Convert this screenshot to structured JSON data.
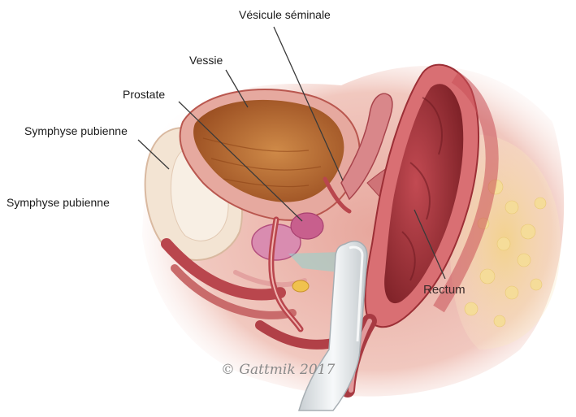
{
  "labels": {
    "vesicule_seminale": "Vésicule séminale",
    "vessie": "Vessie",
    "prostate": "Prostate",
    "symphyse_pubienne_1": "Symphyse pubienne",
    "symphyse_pubienne_2": "Symphyse pubienne",
    "rectum": "Rectum"
  },
  "signature": "© Gattmik 2017",
  "colors": {
    "tissue": "#c46a64",
    "deep_red": "#8e2b2f",
    "bladder": "#b9692c",
    "bone": "#f1e1cf",
    "fat": "#f2d592",
    "prostate": "#d36a92",
    "probe": "#e9edef",
    "beam": "#8fd5cf"
  }
}
